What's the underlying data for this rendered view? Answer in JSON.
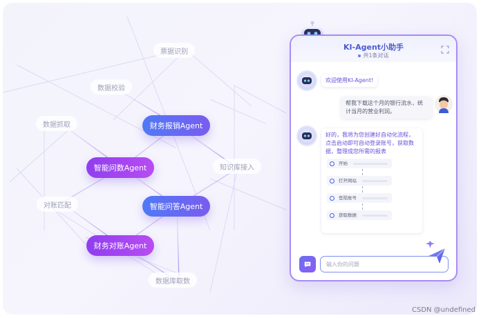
{
  "graph": {
    "agents": {
      "finance_reimburse": "财务报销Agent",
      "smart_query": "智能问数Agent",
      "smart_qa": "智能问答Agent",
      "finance_reconcile": "财务对账Agent"
    },
    "tags": {
      "invoice": "票据识别",
      "validate": "数据校验",
      "capture": "数据抓取",
      "knowledge": "知识库接入",
      "match": "对账匹配",
      "db": "数据库取数"
    }
  },
  "panel": {
    "title": "KI-Agent小助手",
    "subtitle": "共1条对话",
    "messages": {
      "welcome": "欢迎使用KI-Agent!",
      "user_request": "帮我下载这个月的银行流水，统计当月的营业利润。",
      "bot_reply": "好的，我将为您创建好自动化流程，点击启动即可自动登录账号，获取数据，整理成您所需的报表"
    },
    "steps": [
      "开始",
      "打开网站",
      "登陆账号",
      "获取数据"
    ],
    "input_placeholder": "输入你的问题"
  },
  "watermark": "CSDN @undefined",
  "colors": {
    "accent": "#7a5cf0",
    "blue_pill": "#4f79f5",
    "purple_pill": "#9a42f0"
  }
}
